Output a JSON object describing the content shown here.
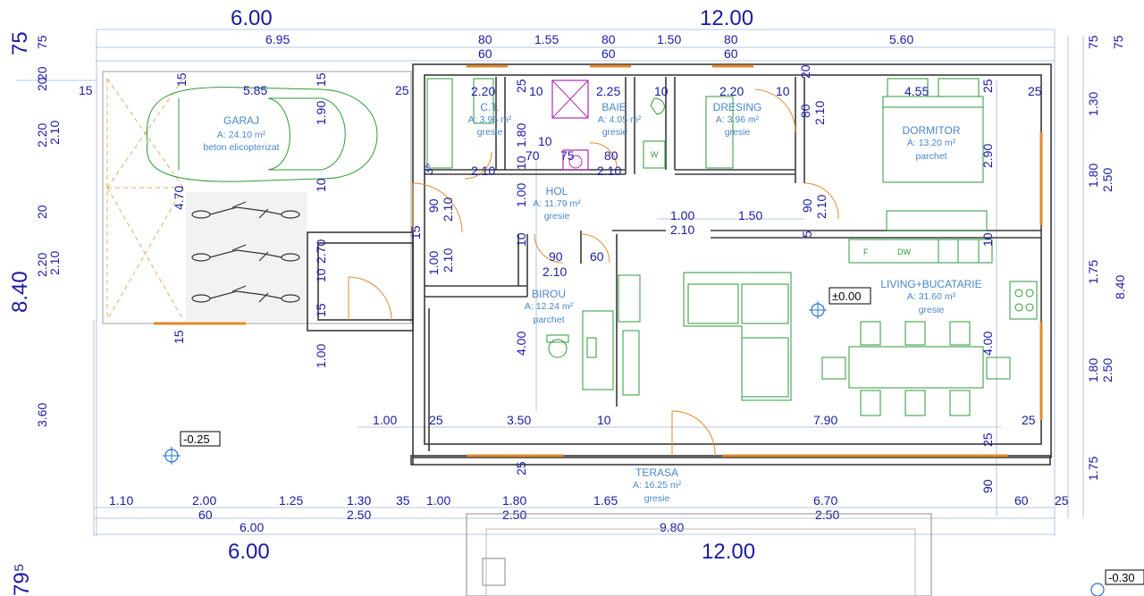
{
  "top_dims": {
    "big_left": "6.00",
    "big_right": "12.00",
    "row1": [
      "6.95",
      "5.60"
    ],
    "row2a": [
      "80",
      "1.55",
      "80",
      "1.50",
      "80"
    ],
    "row2b": [
      "60",
      "60",
      "60"
    ]
  },
  "bottom_dims": {
    "row1": [
      "1.10",
      "2.00",
      "1.25",
      "1.30",
      "35",
      "1.00",
      "1.80",
      "1.65",
      "6.70",
      "60",
      "25"
    ],
    "row2": [
      "60",
      "2.50",
      "2.50",
      "2.50"
    ],
    "row3": [
      "6.00",
      "9.80"
    ],
    "big_left": "6.00",
    "big_right": "12.00"
  },
  "left_dims": {
    "big_top": "75",
    "big_total": "8.40",
    "col1": [
      "75",
      "20",
      "2.20",
      "2.10",
      "20",
      "2.20",
      "2.10",
      "3.60"
    ],
    "col2": [
      "2.10",
      "2.10"
    ],
    "partial": "79⁵"
  },
  "right_dims": {
    "col1": [
      "75",
      "1.30",
      "1.80",
      "1.75",
      "1.80",
      "1.75"
    ],
    "col2": [
      "75",
      "2.50",
      "8.40",
      "2.50"
    ]
  },
  "interior_dims": [
    "15",
    "5.85",
    "25",
    "15",
    "1.90",
    "4.70",
    "10",
    "20",
    "15",
    "2.70",
    "15",
    "15",
    "1.00",
    "2.20",
    "25",
    "10",
    "2.25",
    "10",
    "2.20",
    "10",
    "20",
    "25",
    "4.55",
    "25",
    "2.10",
    "80",
    "1.80",
    "10",
    "70",
    "75",
    "80",
    "2.10",
    "2.10",
    "10",
    "3⁵",
    "90",
    "2.10",
    "15",
    "1.00",
    "2.10",
    "1.00",
    "1.00",
    "1.50",
    "2.10",
    "90",
    "2.10",
    "5",
    "10",
    "10",
    "90",
    "60",
    "2.10",
    "2.90",
    "4.00",
    "4.00",
    "1.00",
    "25",
    "3.50",
    "10",
    "7.90",
    "25",
    "25",
    "25",
    "90",
    "10"
  ],
  "rooms": [
    {
      "name": "GARAJ",
      "area": "A: 24.10 m²",
      "finish": "beton elicopterizat"
    },
    {
      "name": "C.T.",
      "area": "A: 3.96 m²",
      "finish": "gresie"
    },
    {
      "name": "BAIE",
      "area": "A: 4.05 m²",
      "finish": "gresie"
    },
    {
      "name": "DRESING",
      "area": "A: 3.96 m²",
      "finish": "gresie"
    },
    {
      "name": "DORMITOR",
      "area": "A: 13.20 m²",
      "finish": "parchet"
    },
    {
      "name": "HOL",
      "area": "A: 11.79 m²",
      "finish": "gresie"
    },
    {
      "name": "BIROU",
      "area": "A: 12.24 m²",
      "finish": "parchet"
    },
    {
      "name": "LIVING+BUCATARIE",
      "area": "A: 31.60 m²",
      "finish": "gresie"
    },
    {
      "name": "TERASA",
      "area": "A: 16.25 m²",
      "finish": "gresie"
    }
  ],
  "levels": [
    "±0.00",
    "-0.25",
    "-0.30"
  ],
  "appliance_labels": [
    "F",
    "DW",
    "W"
  ],
  "colors": {
    "dimension": "#1a1aa0",
    "room_label": "#4a86c8",
    "furniture": "#2d9a3a",
    "window": "#e08a2c",
    "wall": "#3a3a3a"
  }
}
